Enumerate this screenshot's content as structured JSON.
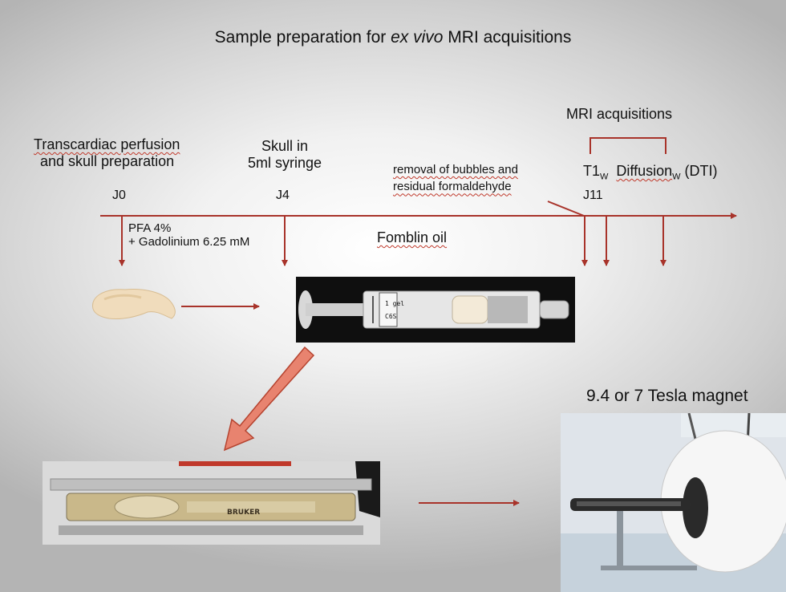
{
  "title": {
    "prefix": "Sample preparation for ",
    "italic": "ex vivo",
    "suffix": " MRI acquisitions"
  },
  "steps": {
    "perfusion": {
      "line1": "Transcardiac perfusion",
      "line2": "and skull preparation",
      "day": "J0"
    },
    "syringe": {
      "line1": "Skull in",
      "line2": "5ml syringe",
      "day": "J4"
    },
    "removal": {
      "line1": "removal of bubbles and",
      "line2": "residual formaldehyde"
    },
    "mri": {
      "header": "MRI acquisitions",
      "t1": "T1",
      "t1_sub": "W",
      "diff": "Diffusion",
      "diff_sub": "W",
      "diff_suffix": " (DTI)",
      "day": "J11"
    }
  },
  "solution": {
    "line1": "PFA 4%",
    "line2": "+ Gadolinium 6.25 mM"
  },
  "oil": "Fomblin oil",
  "magnet_label": "9.4 or 7 Tesla magnet",
  "syringe_label": {
    "line1": "1 gel",
    "line2": "C6S"
  },
  "holder_brand": "BRUKER",
  "colors": {
    "arrow": "#a8332a",
    "block_arrow_fill": "#e8836f"
  }
}
